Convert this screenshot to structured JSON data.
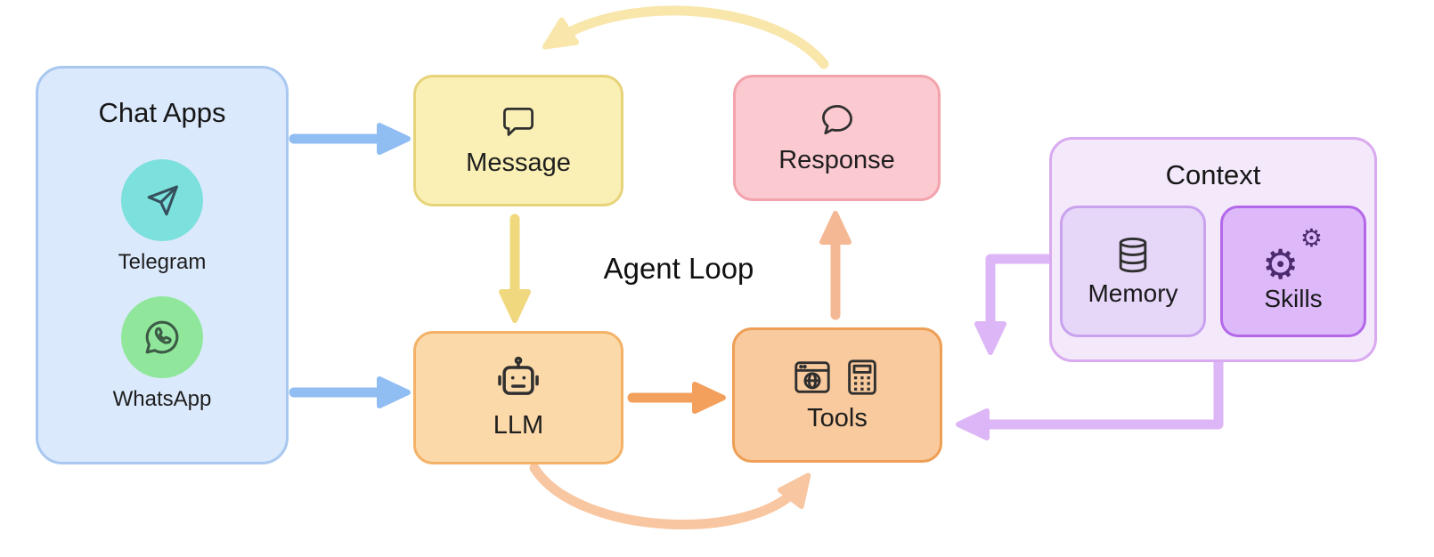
{
  "title": "Agent Loop",
  "nodes": {
    "chat_apps": {
      "label": "Chat Apps",
      "fill": "#dbe9fc",
      "border": "#a8c8f0",
      "apps": [
        {
          "name": "Telegram",
          "icon": "telegram-icon",
          "icon_bg": "#7ce0dc"
        },
        {
          "name": "WhatsApp",
          "icon": "whatsapp-icon",
          "icon_bg": "#90e79c"
        }
      ]
    },
    "message": {
      "label": "Message",
      "icon": "chat-bubble-square-icon",
      "fill": "#faf0b5",
      "border": "#e7d37a"
    },
    "response": {
      "label": "Response",
      "icon": "chat-bubble-round-icon",
      "fill": "#fbc9d0",
      "border": "#f3a3ac"
    },
    "llm": {
      "label": "LLM",
      "icon": "robot-icon",
      "fill": "#fcd9a9",
      "border": "#f3b267"
    },
    "tools": {
      "label": "Tools",
      "icon": "browser-and-calculator-icons",
      "fill": "#f8ca9d",
      "border": "#ee9e55"
    },
    "context": {
      "label": "Context",
      "fill": "#f4e8fb",
      "border": "#d9aaf0",
      "children": [
        {
          "label": "Memory",
          "icon": "database-icon",
          "fill": "#e6d6f8",
          "border": "#c9a2ef"
        },
        {
          "label": "Skills",
          "icon": "gears-icon",
          "fill": "#ddb9f9",
          "border": "#b368e9"
        }
      ]
    }
  },
  "icons": {
    "gear_glyph": "⚙"
  },
  "edges": [
    {
      "from": "chat_apps",
      "to": "message",
      "color": "#90bdf2",
      "style": "straight"
    },
    {
      "from": "chat_apps",
      "to": "llm",
      "color": "#90bdf2",
      "style": "straight"
    },
    {
      "from": "message",
      "to": "llm",
      "color": "#f0d87e",
      "style": "straight"
    },
    {
      "from": "llm",
      "to": "tools",
      "color": "#f2a05c",
      "style": "straight"
    },
    {
      "from": "tools",
      "to": "response",
      "color": "#f5b894",
      "style": "straight"
    },
    {
      "from": "response",
      "to": "message",
      "color": "#f8e6ab",
      "style": "curved-top"
    },
    {
      "from": "llm",
      "to": "tools",
      "color": "#f8c7a2",
      "style": "curved-bottom"
    },
    {
      "from": "context",
      "to": "tools",
      "color": "#dcb6f6",
      "style": "elbow-down"
    },
    {
      "from": "context",
      "to": "tools",
      "color": "#dcb6f6",
      "style": "elbow-left"
    }
  ]
}
